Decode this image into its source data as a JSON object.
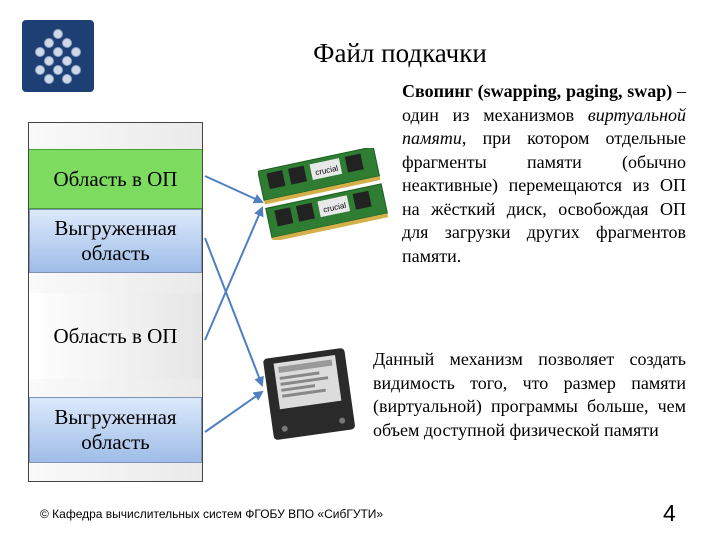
{
  "slide": {
    "title": "Файл подкачки",
    "page_number": "4",
    "footer": "© Кафедра вычислительных систем ФГОБУ ВПО «СибГУТИ»"
  },
  "memory_column": {
    "segments": [
      {
        "label": "Область в ОП",
        "kind": "ram"
      },
      {
        "label": "Выгруженная область",
        "kind": "swap"
      },
      {
        "label": "Область в ОП",
        "kind": "plain"
      },
      {
        "label": "Выгруженная область",
        "kind": "swap"
      }
    ]
  },
  "text": {
    "para1_term": "Свопинг (swapping, paging, swap)",
    "para1_mid": " – один из механизмов ",
    "para1_italic": "виртуальной памяти",
    "para1_rest": ", при котором отдельные фрагменты памяти (обычно неактивные) перемещаются из ОП на жёсткий диск, освобождая ОП для загрузки других фрагментов памяти.",
    "para2": "Данный механизм позволяет создать видимость того, что размер памяти (виртуальной) программы больше, чем объем доступной физической памяти"
  },
  "images": {
    "ram_brand": "crucial"
  },
  "colors": {
    "logo_bg": "#1d3f73",
    "ram_green": "#7ddc5f",
    "swap_blue": "#9fbde8",
    "arrow": "#4f7fc0"
  }
}
